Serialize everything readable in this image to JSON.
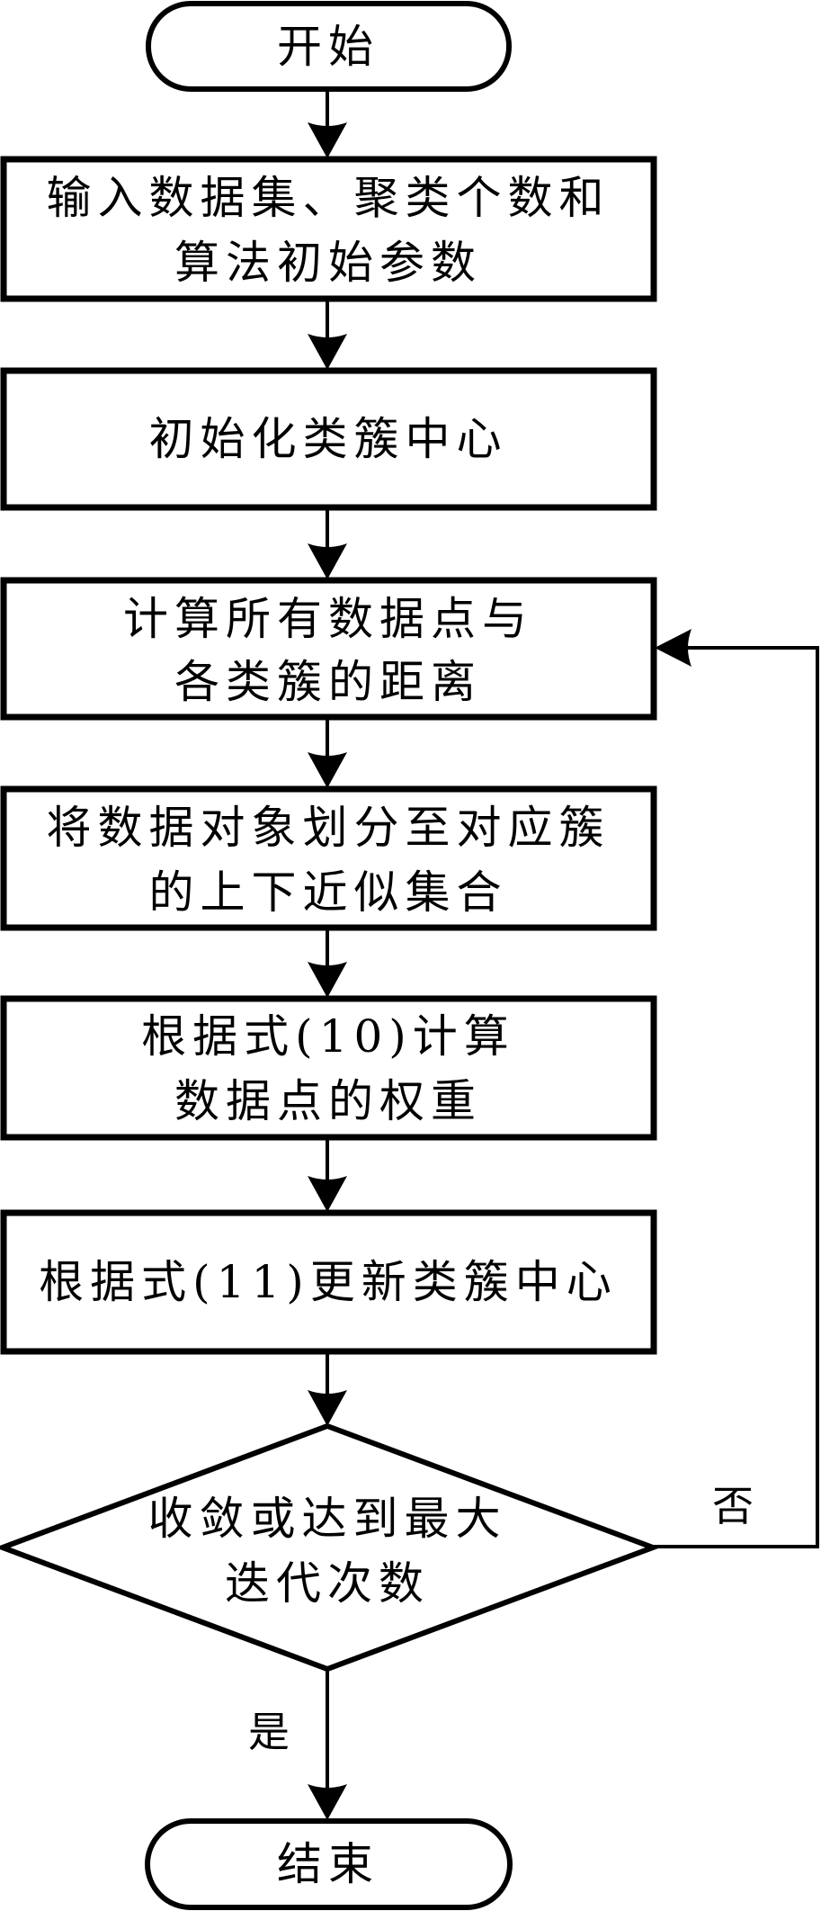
{
  "diagram": {
    "type": "flowchart",
    "start": {
      "label": "开始"
    },
    "steps": [
      {
        "id": "input",
        "lines": [
          "输入数据集、聚类个数和",
          "算法初始参数"
        ]
      },
      {
        "id": "init-centers",
        "lines": [
          "初始化类簇中心"
        ]
      },
      {
        "id": "compute-distance",
        "lines": [
          "计算所有数据点与",
          "各类簇的距离"
        ]
      },
      {
        "id": "assign-approximations",
        "lines": [
          "将数据对象划分至对应簇",
          "的上下近似集合"
        ]
      },
      {
        "id": "compute-weights",
        "lines": [
          "根据式(10)计算",
          "数据点的权重"
        ]
      },
      {
        "id": "update-centers",
        "lines": [
          "根据式(11)更新类簇中心"
        ]
      }
    ],
    "decision": {
      "lines": [
        "收敛或达到最大",
        "迭代次数"
      ],
      "yes_label": "是",
      "no_label": "否"
    },
    "end": {
      "label": "结束"
    },
    "loop_back_target": "compute-distance",
    "colors": {
      "stroke": "#000000",
      "fill": "#ffffff",
      "text": "#000000"
    }
  }
}
